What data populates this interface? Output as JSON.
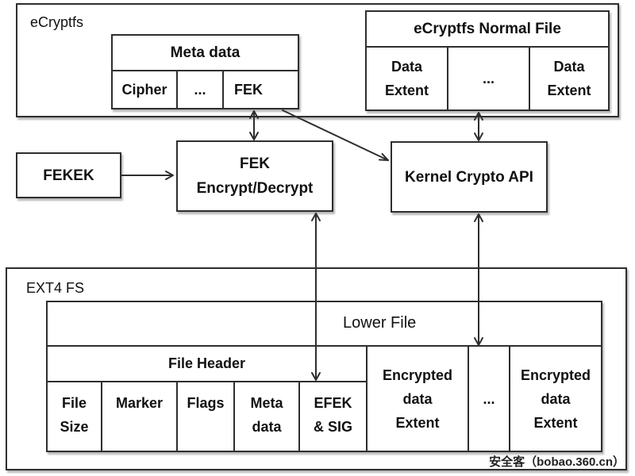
{
  "ecryptfs": {
    "label": "eCryptfs",
    "meta": {
      "header": "Meta data",
      "cells": [
        {
          "lines": [
            "Cipher"
          ]
        },
        {
          "lines": [
            "..."
          ]
        },
        {
          "lines": [
            "FEK"
          ]
        }
      ]
    },
    "normal_file": {
      "header": "eCryptfs Normal File",
      "cells": [
        {
          "lines": [
            "Data",
            "Extent"
          ]
        },
        {
          "lines": [
            "..."
          ]
        },
        {
          "lines": [
            "Data",
            "Extent"
          ]
        }
      ]
    }
  },
  "middle": {
    "fekek": "FEKEK",
    "fek_encrypt_decrypt": {
      "lines": [
        "FEK",
        "Encrypt/Decrypt"
      ]
    },
    "kernel_crypto_api": "Kernel Crypto API"
  },
  "ext4": {
    "label": "EXT4 FS",
    "lower_file_title": "Lower File",
    "file_header": {
      "header": "File Header",
      "cells": [
        {
          "lines": [
            "File",
            "Size"
          ]
        },
        {
          "lines": [
            "Marker"
          ]
        },
        {
          "lines": [
            "Flags"
          ]
        },
        {
          "lines": [
            "Meta",
            "data"
          ]
        },
        {
          "lines": [
            "EFEK",
            "& SIG"
          ]
        }
      ]
    },
    "extents": [
      {
        "lines": [
          "Encrypted",
          "data",
          "Extent"
        ]
      },
      {
        "lines": [
          "..."
        ]
      },
      {
        "lines": [
          "Encrypted",
          "data",
          "Extent"
        ]
      }
    ]
  },
  "watermark": "安全客（bobao.360.cn）",
  "colors": {
    "border": "#2e2e2e",
    "text": "#111111",
    "background": "#ffffff"
  }
}
